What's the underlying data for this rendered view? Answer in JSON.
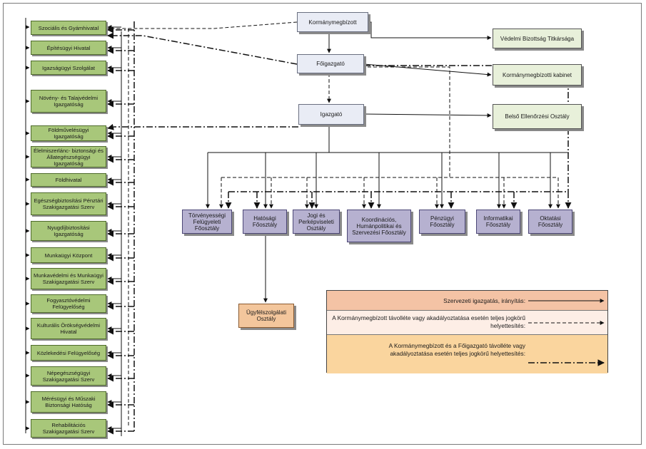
{
  "nodes": {
    "kormanymegbizott": "Kormánymegbízott",
    "foigazgato": "Főigazgató",
    "igazgato": "Igazgató"
  },
  "right_units": [
    "Védelmi Bizottság Titkársága",
    "Kormánymegbízotti kabinet",
    "Belső Ellenőrzési Osztály"
  ],
  "offices": [
    "Szociális és Gyámhivatal",
    "Építésügyi Hivatal",
    "Igazságügyi Szolgálat",
    "Növény- és Talajvédelmi Igazgatóság",
    "Földművelésügyi Igazgatóság",
    "Élelmiszerlánc- biztonsági és Állategészségügyi Igazgatóság",
    "Földhivatal",
    "Egészségbiztosítási Pénztári Szakigazgatási Szerv",
    "Nyugdíjbiztosítási Igazgatóság",
    "Munkaügyi Központ",
    "Munkavédelmi és Munkaügyi Szakigazgatási Szerv",
    "Fogyasztóvédelmi Felügyelőség",
    "Kulturális Örökségvédelmi Hivatal",
    "Közlekedési Felügyelőség",
    "Népegészségügyi Szakigazgatási Szerv",
    "Mérésügyi és Műszaki Biztonsági Hatóság",
    "Rehabilitációs Szakigazgatási Szerv"
  ],
  "departments": [
    "Törvényességi Felügyeleti Főosztály",
    "Hatósági Főosztály",
    "Jogi és Perképviseleti Osztály",
    "Koordinációs, Humánpolitikai és Szervezési Főosztály",
    "Pénzügyi Főosztály",
    "Informatikai Főosztály",
    "Oktatási Főosztály"
  ],
  "sub_unit": "Ügyfélszolgálati Osztály",
  "legend": {
    "solid": "Szervezeti igazgatás, irányítás:",
    "dashed": "A Kormánymegbízott távolléte vagy akadályoztatása esetén teljes jogkörű helyettesítés:",
    "dashdot": "A Kormánymegbízott és a Főigazgató távolléte vagy akadályoztatása esetén teljes jogkörű helyettesítés:",
    "colors": {
      "solid_row": "#f4c3a5",
      "dashed_row": "#fdeee6",
      "dashdot_row": "#fad59e"
    }
  }
}
